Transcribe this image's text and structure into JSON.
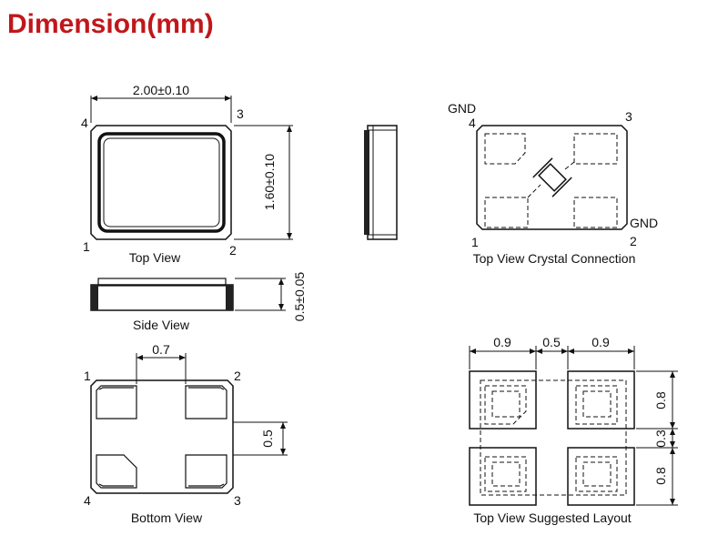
{
  "title": "Dimension(mm)",
  "top_view": {
    "caption": "Top View",
    "width_dim": "2.00±0.10",
    "height_dim": "1.60±0.10",
    "pins": [
      "1",
      "2",
      "3",
      "4"
    ]
  },
  "side_view": {
    "caption": "Side View",
    "thickness_dim": "0.5±0.05"
  },
  "crystal_view": {
    "caption": "Top View Crystal Connection",
    "gnd_top": "GND",
    "gnd_bottom": "GND",
    "pins": [
      "1",
      "2",
      "3",
      "4"
    ]
  },
  "bottom_view": {
    "caption": "Bottom View",
    "pad_width": "0.7",
    "pad_spacing": "0.5",
    "pins": [
      "1",
      "2",
      "3",
      "4"
    ]
  },
  "layout_view": {
    "caption": "Top View Suggested Layout",
    "dim_left": "0.9",
    "dim_mid": "0.5",
    "dim_right": "0.9",
    "dim_top": "0.8",
    "dim_gap": "0.3",
    "dim_bottom": "0.8"
  }
}
